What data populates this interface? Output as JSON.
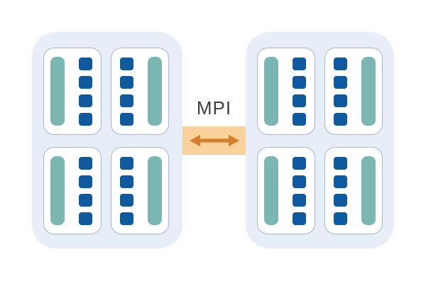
{
  "diagram": {
    "label": "MPI",
    "squares_per_socket": 4,
    "colors": {
      "node_fill": "#E8EEF8",
      "socket_fill": "#FFFFFF",
      "socket_border": "#A9B4D0",
      "teal_bar": "#7AB7B2",
      "blue_square": "#0F5A9E",
      "connector_fill": "#F9D29B",
      "arrow": "#D77F2E",
      "label_color": "#3A3E42"
    },
    "nodes": [
      {
        "name": "compute-node-left",
        "sockets": [
          {
            "layout": "bar-left"
          },
          {
            "layout": "bar-right"
          },
          {
            "layout": "bar-left"
          },
          {
            "layout": "bar-right"
          }
        ]
      },
      {
        "name": "compute-node-right",
        "sockets": [
          {
            "layout": "bar-left"
          },
          {
            "layout": "bar-right"
          },
          {
            "layout": "bar-left"
          },
          {
            "layout": "bar-right"
          }
        ]
      }
    ]
  }
}
